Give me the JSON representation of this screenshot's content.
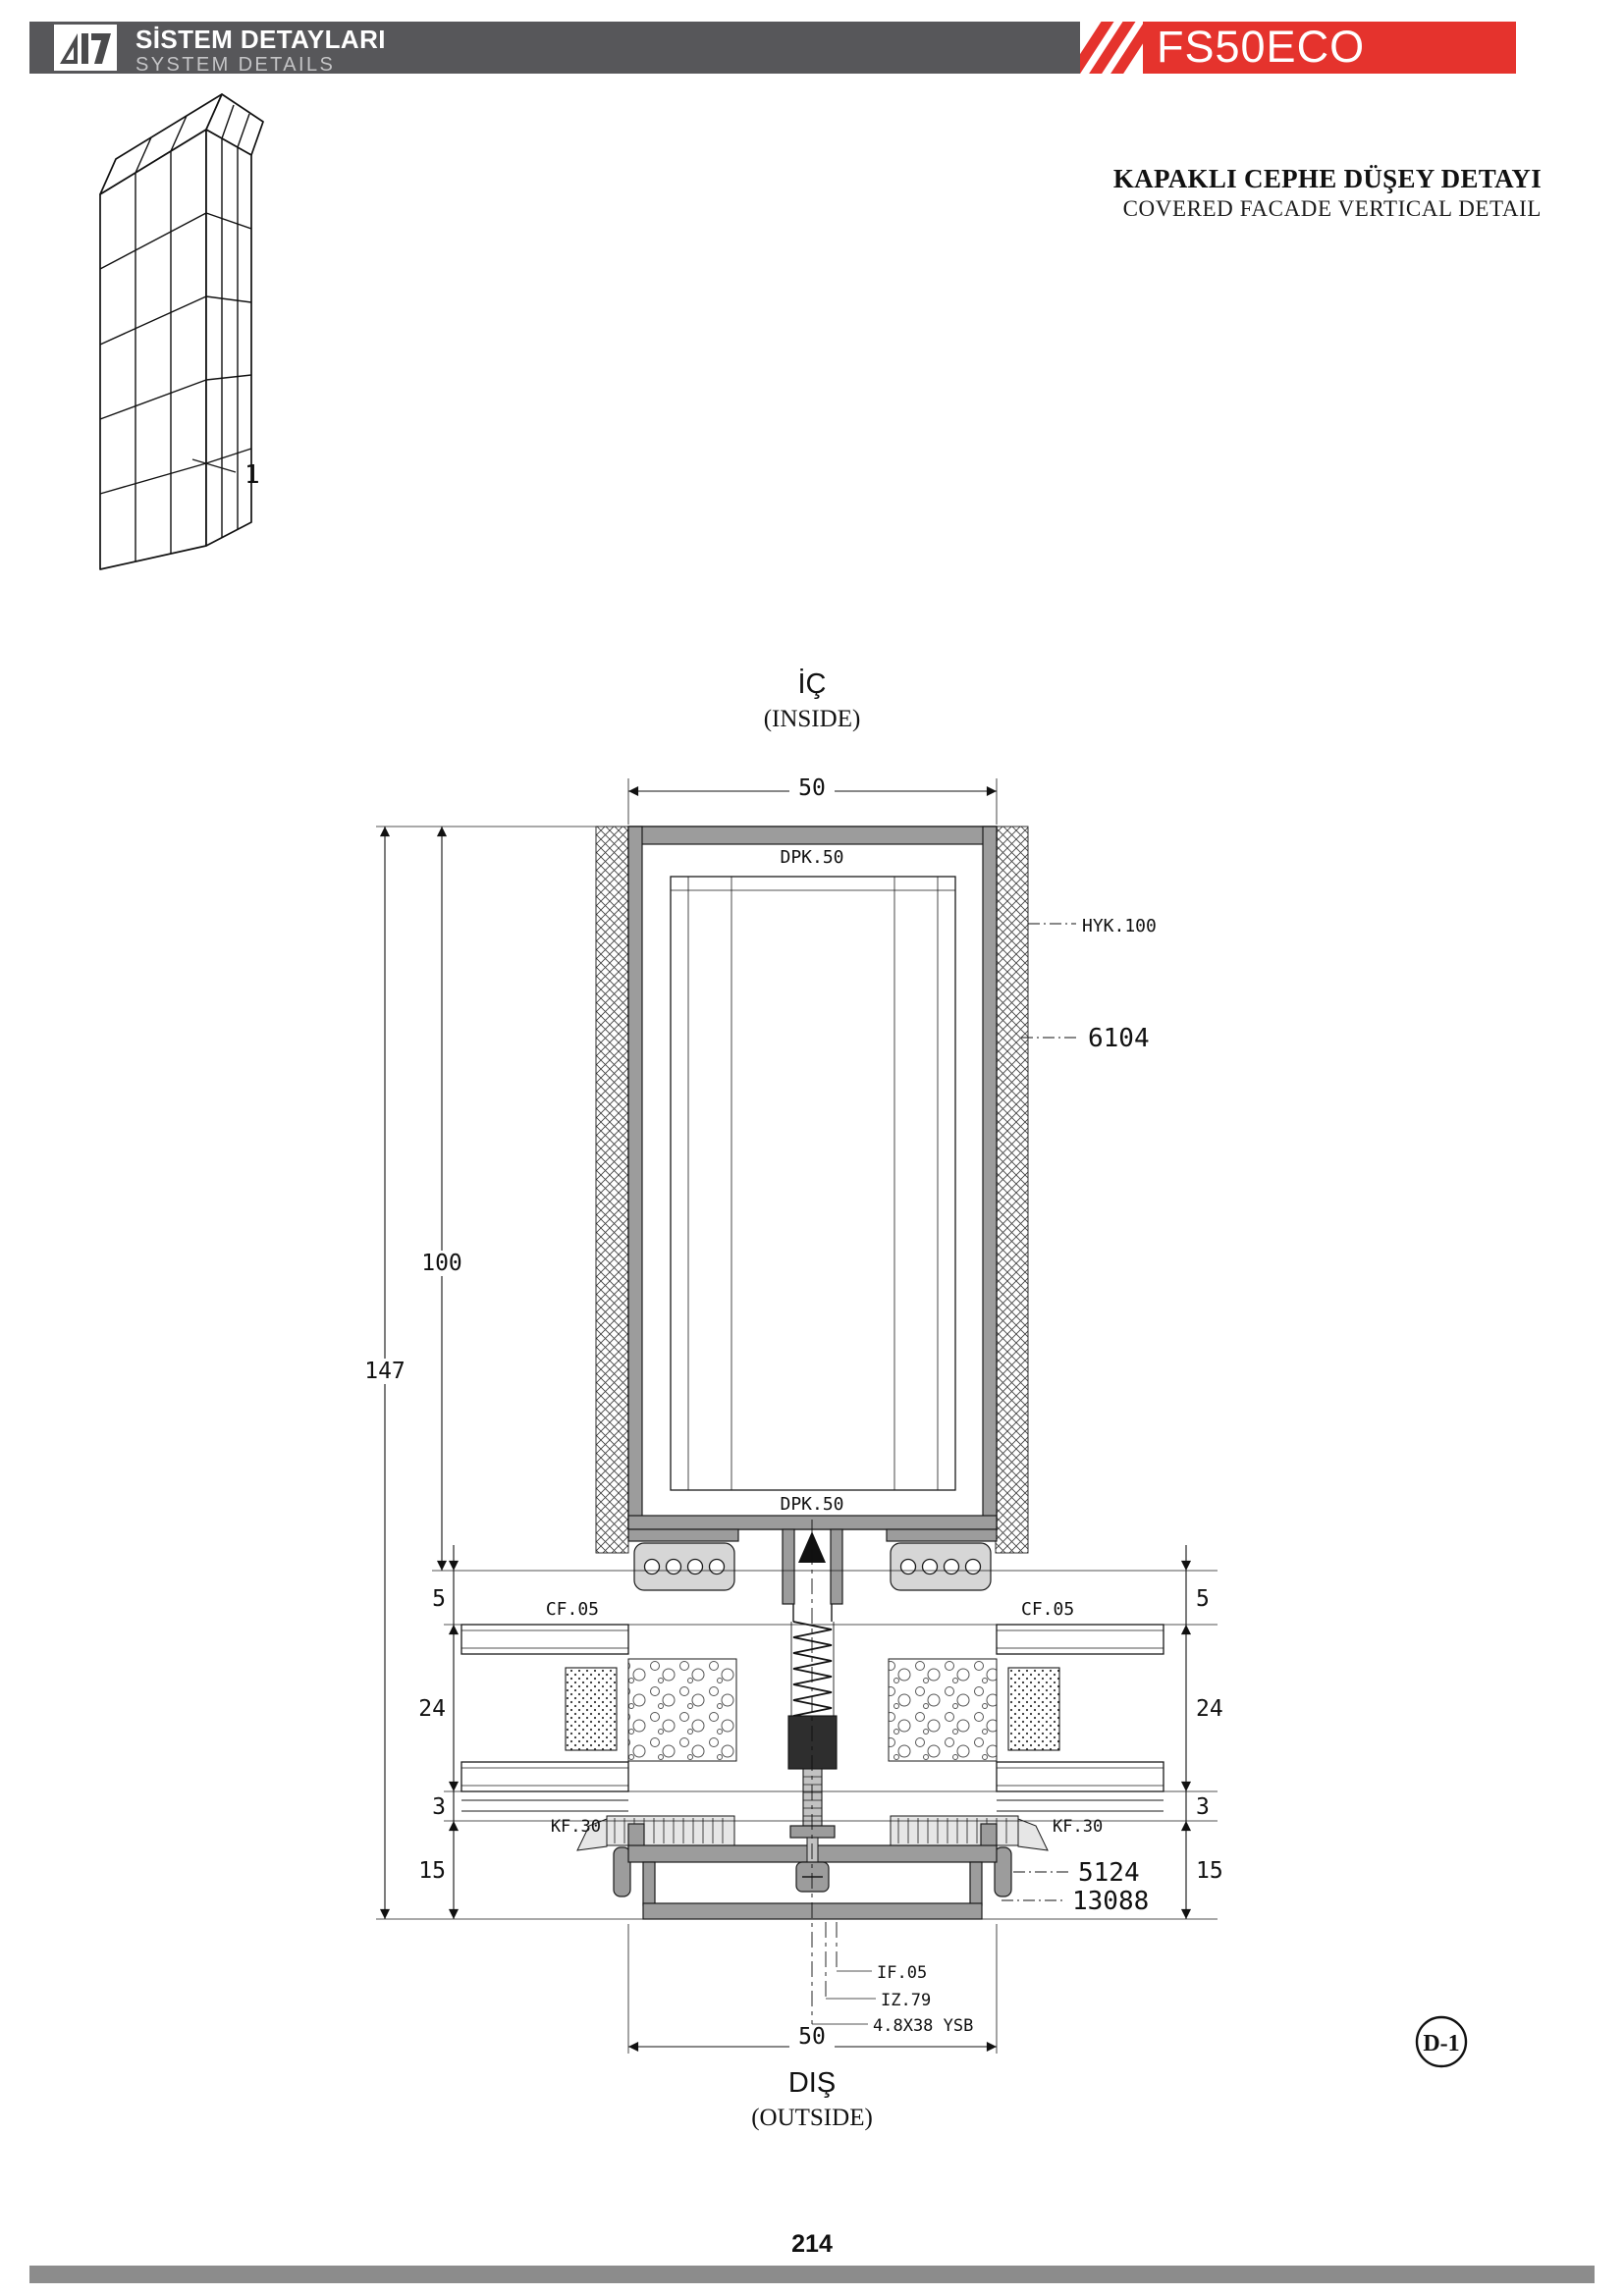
{
  "colors": {
    "accent_red": "#e5332d",
    "header_gray": "#57575a",
    "aluminum_gray": "#9c9c9c",
    "gasket_gray": "#d6d6d6",
    "line_black": "#1a1a1a"
  },
  "header": {
    "logo_icon": "brand-417-logo",
    "brand_title": "SİSTEM DETAYLARI",
    "brand_subtitle": "SYSTEM DETAILS",
    "product_code": "FS50ECO"
  },
  "title_block": {
    "tr": "KAPAKLI CEPHE DÜŞEY DETAYI",
    "en": "COVERED FACADE VERTICAL DETAIL"
  },
  "overview": {
    "callout": "1"
  },
  "section": {
    "inside_tr": "İÇ",
    "inside_en": "(INSIDE)",
    "outside_tr": "DIŞ",
    "outside_en": "(OUTSIDE)",
    "detail_ref": "D-1",
    "dims": {
      "width": "50",
      "total_height": "147",
      "frame_depth": "100",
      "clamp_gap": "5",
      "glazing": "24",
      "gasket": "3",
      "cover_cap": "15"
    },
    "labels": {
      "cover_plate": "DPK.50",
      "frame_profile": "HYK.100",
      "pressure_profile": "6104",
      "clamp_gasket": "CF.05",
      "cap_gasket": "KF.30",
      "cap_profile": "5124",
      "cap_base_profile": "13088",
      "inner_gasket": "IF.05",
      "insulation_bar": "IZ.79",
      "screw_spec": "4.8X38 YSB"
    }
  },
  "footer": {
    "page_number": "214"
  }
}
